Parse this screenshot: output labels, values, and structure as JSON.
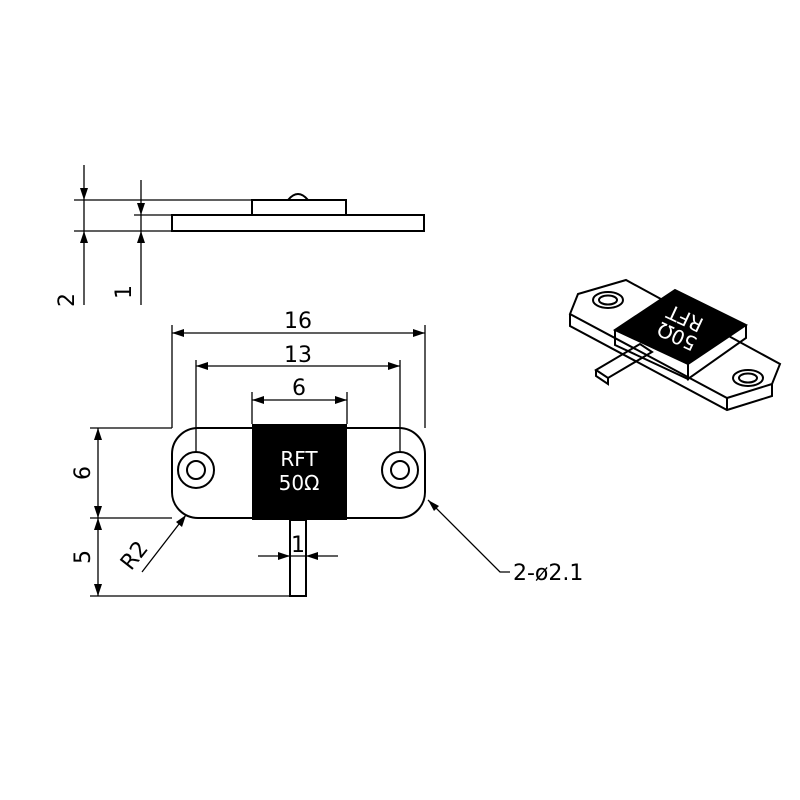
{
  "dimensions": {
    "total_thickness": "2",
    "flange_thickness": "1",
    "overall_length": "16",
    "hole_spacing": "13",
    "body_width": "6",
    "flange_height": "6",
    "lead_length": "5",
    "corner_radius": "R2",
    "lead_width": "1",
    "holes_callout": "2-ø2.1"
  },
  "chip": {
    "line1": "RFT",
    "line2": "50Ω"
  },
  "iso_chip": {
    "line1": "RFT",
    "line2": "50Ω"
  },
  "colors": {
    "line": "#000000",
    "chip_fill": "#000000",
    "chip_text": "#ffffff",
    "background": "#ffffff"
  }
}
